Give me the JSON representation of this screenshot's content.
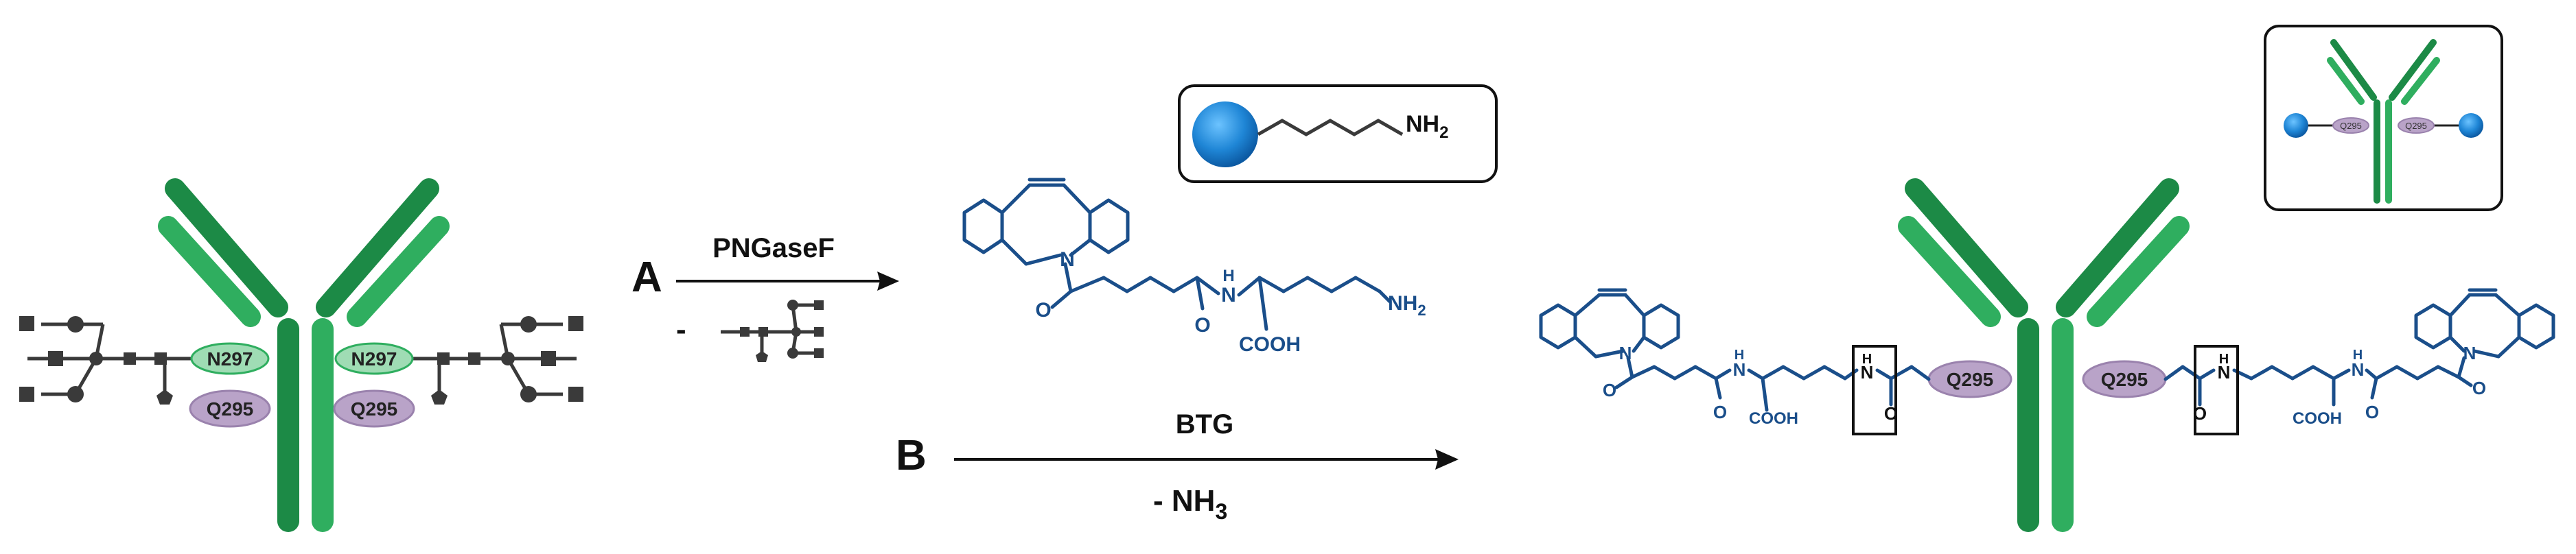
{
  "colors": {
    "antibody_dark": "#1c8a46",
    "antibody_light": "#2fae5f",
    "glyco_tag_fill": "#9fdcb4",
    "gln_tag_fill": "#b9a3c8",
    "chem_blue": "#1a4e8a",
    "sphere_blue": "#1f86d6",
    "glycan_dark": "#3a3a3a"
  },
  "icons": {
    "glycan": "glycan-tree-icon",
    "payload": "sphere-icon",
    "arrow": "arrow-right-icon"
  },
  "left_antibody": {
    "tag_n297_left": "N297",
    "tag_n297_right": "N297",
    "tag_q295_left": "Q295",
    "tag_q295_right": "Q295"
  },
  "step_a": {
    "letter": "A",
    "enzyme": "PNGaseF",
    "minus": "-"
  },
  "step_b": {
    "letter": "B",
    "enzyme": "BTG",
    "byproduct_prefix": "-  NH",
    "byproduct_sub": "3"
  },
  "reagent": {
    "n_label": "N",
    "o_label": "O",
    "o2_label": "O",
    "nh_label": "N",
    "nh_h": "H",
    "cooh": "COOH",
    "nh2": "NH",
    "nh2_sub": "2"
  },
  "inset_linker": {
    "nh2": "NH",
    "nh2_sub": "2"
  },
  "product": {
    "q295_left": "Q295",
    "q295_right": "Q295",
    "cooh_left": "COOH",
    "cooh_right": "COOH",
    "n_left": "N",
    "n_right": "N",
    "o_left": "O",
    "o_right": "O",
    "h_label": "H",
    "n_label": "N",
    "o_label": "O"
  },
  "inset_product": {
    "q295_left": "Q295",
    "q295_right": "Q295"
  }
}
